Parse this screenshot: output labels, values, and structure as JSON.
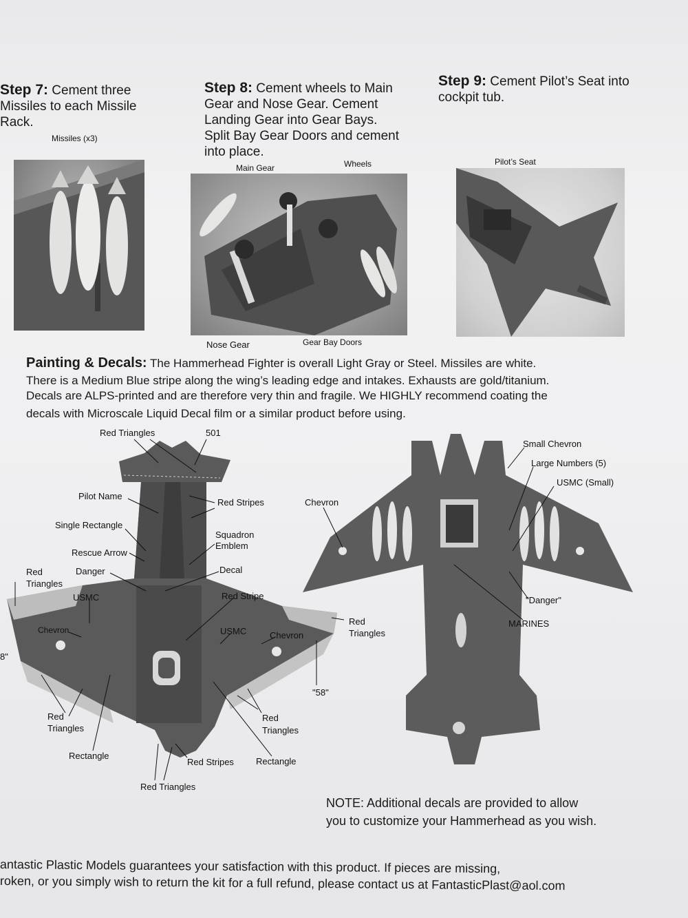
{
  "steps": {
    "s7": {
      "label": "Step 7:",
      "text": "Cement three Missiles to each Missile Rack."
    },
    "s8": {
      "label": "Step 8:",
      "text": "Cement wheels to Main Gear and Nose Gear. Cement Landing Gear into Gear Bays. Split Bay Gear Doors and cement into place."
    },
    "s9": {
      "label": "Step 9:",
      "text": "Cement Pilot’s Seat into cockpit tub."
    }
  },
  "photo_labels": {
    "missiles": "Missiles (x3)",
    "main_gear": "Main Gear",
    "wheels": "Wheels",
    "nose_gear": "Nose Gear",
    "gear_bay_doors": "Gear Bay Doors",
    "pilots_seat": "Pilot’s Seat"
  },
  "painting": {
    "heading": "Painting & Decals:",
    "line1": "The Hammerhead Fighter is overall Light Gray or Steel.  Missiles are white.",
    "line2": "There is a Medium Blue stripe along the wing’s leading edge and intakes.  Exhausts are gold/titanium.",
    "line3": "Decals are ALPS-printed and are therefore very thin and fragile.  We HIGHLY recommend coating the",
    "line4": "decals with Microscale Liquid Decal film or a similar product before using."
  },
  "top_view_labels": {
    "red_triangles_top": "Red Triangles",
    "n501": "501",
    "pilot_name": "Pilot Name",
    "red_stripes": "Red Stripes",
    "single_rectangle": "Single Rectangle",
    "squadron_emblem_1": "Squadron",
    "squadron_emblem_2": "Emblem",
    "rescue_arrow": "Rescue Arrow",
    "red_triangles_left_1": "Red",
    "red_triangles_left_2": "Triangles",
    "danger": "Danger",
    "decal": "Decal",
    "usmc_left": "USMC",
    "red_stripe": "Red Stripe",
    "chevron_left": "Chevron",
    "usmc_center": "USMC",
    "chevron_right": "Chevron",
    "n58": "\"58\"",
    "n8": "8\"",
    "red_triangles_bl_1": "Red",
    "red_triangles_bl_2": "Triangles",
    "red_triangles_br_1": "Red",
    "red_triangles_br_2": "Triangles",
    "rectangle_left": "Rectangle",
    "red_stripes_bottom": "Red Stripes",
    "rectangle_right": "Rectangle",
    "red_triangles_bottom": "Red Triangles"
  },
  "bottom_view_labels": {
    "chevron": "Chevron",
    "small_chevron": "Small Chevron",
    "large_numbers": "Large Numbers (5)",
    "usmc_small": "USMC (Small)",
    "red_triangles_1": "Red",
    "red_triangles_2": "Triangles",
    "danger_quoted": "\"Danger\"",
    "marines": "MARINES"
  },
  "note": {
    "line1": "NOTE: Additional decals are provided to allow",
    "line2": "you to customize your Hammerhead as you wish."
  },
  "footer": {
    "line1": "antastic Plastic Models guarantees your satisfaction with this product.  If pieces are missing,",
    "line2": "roken, or you simply wish to return the kit for a full refund, please contact us at FantasticPlast@aol.com"
  },
  "colors": {
    "paper": "#efeff1",
    "model_gray": "#5b5b5b",
    "text": "#1a1a1a"
  }
}
